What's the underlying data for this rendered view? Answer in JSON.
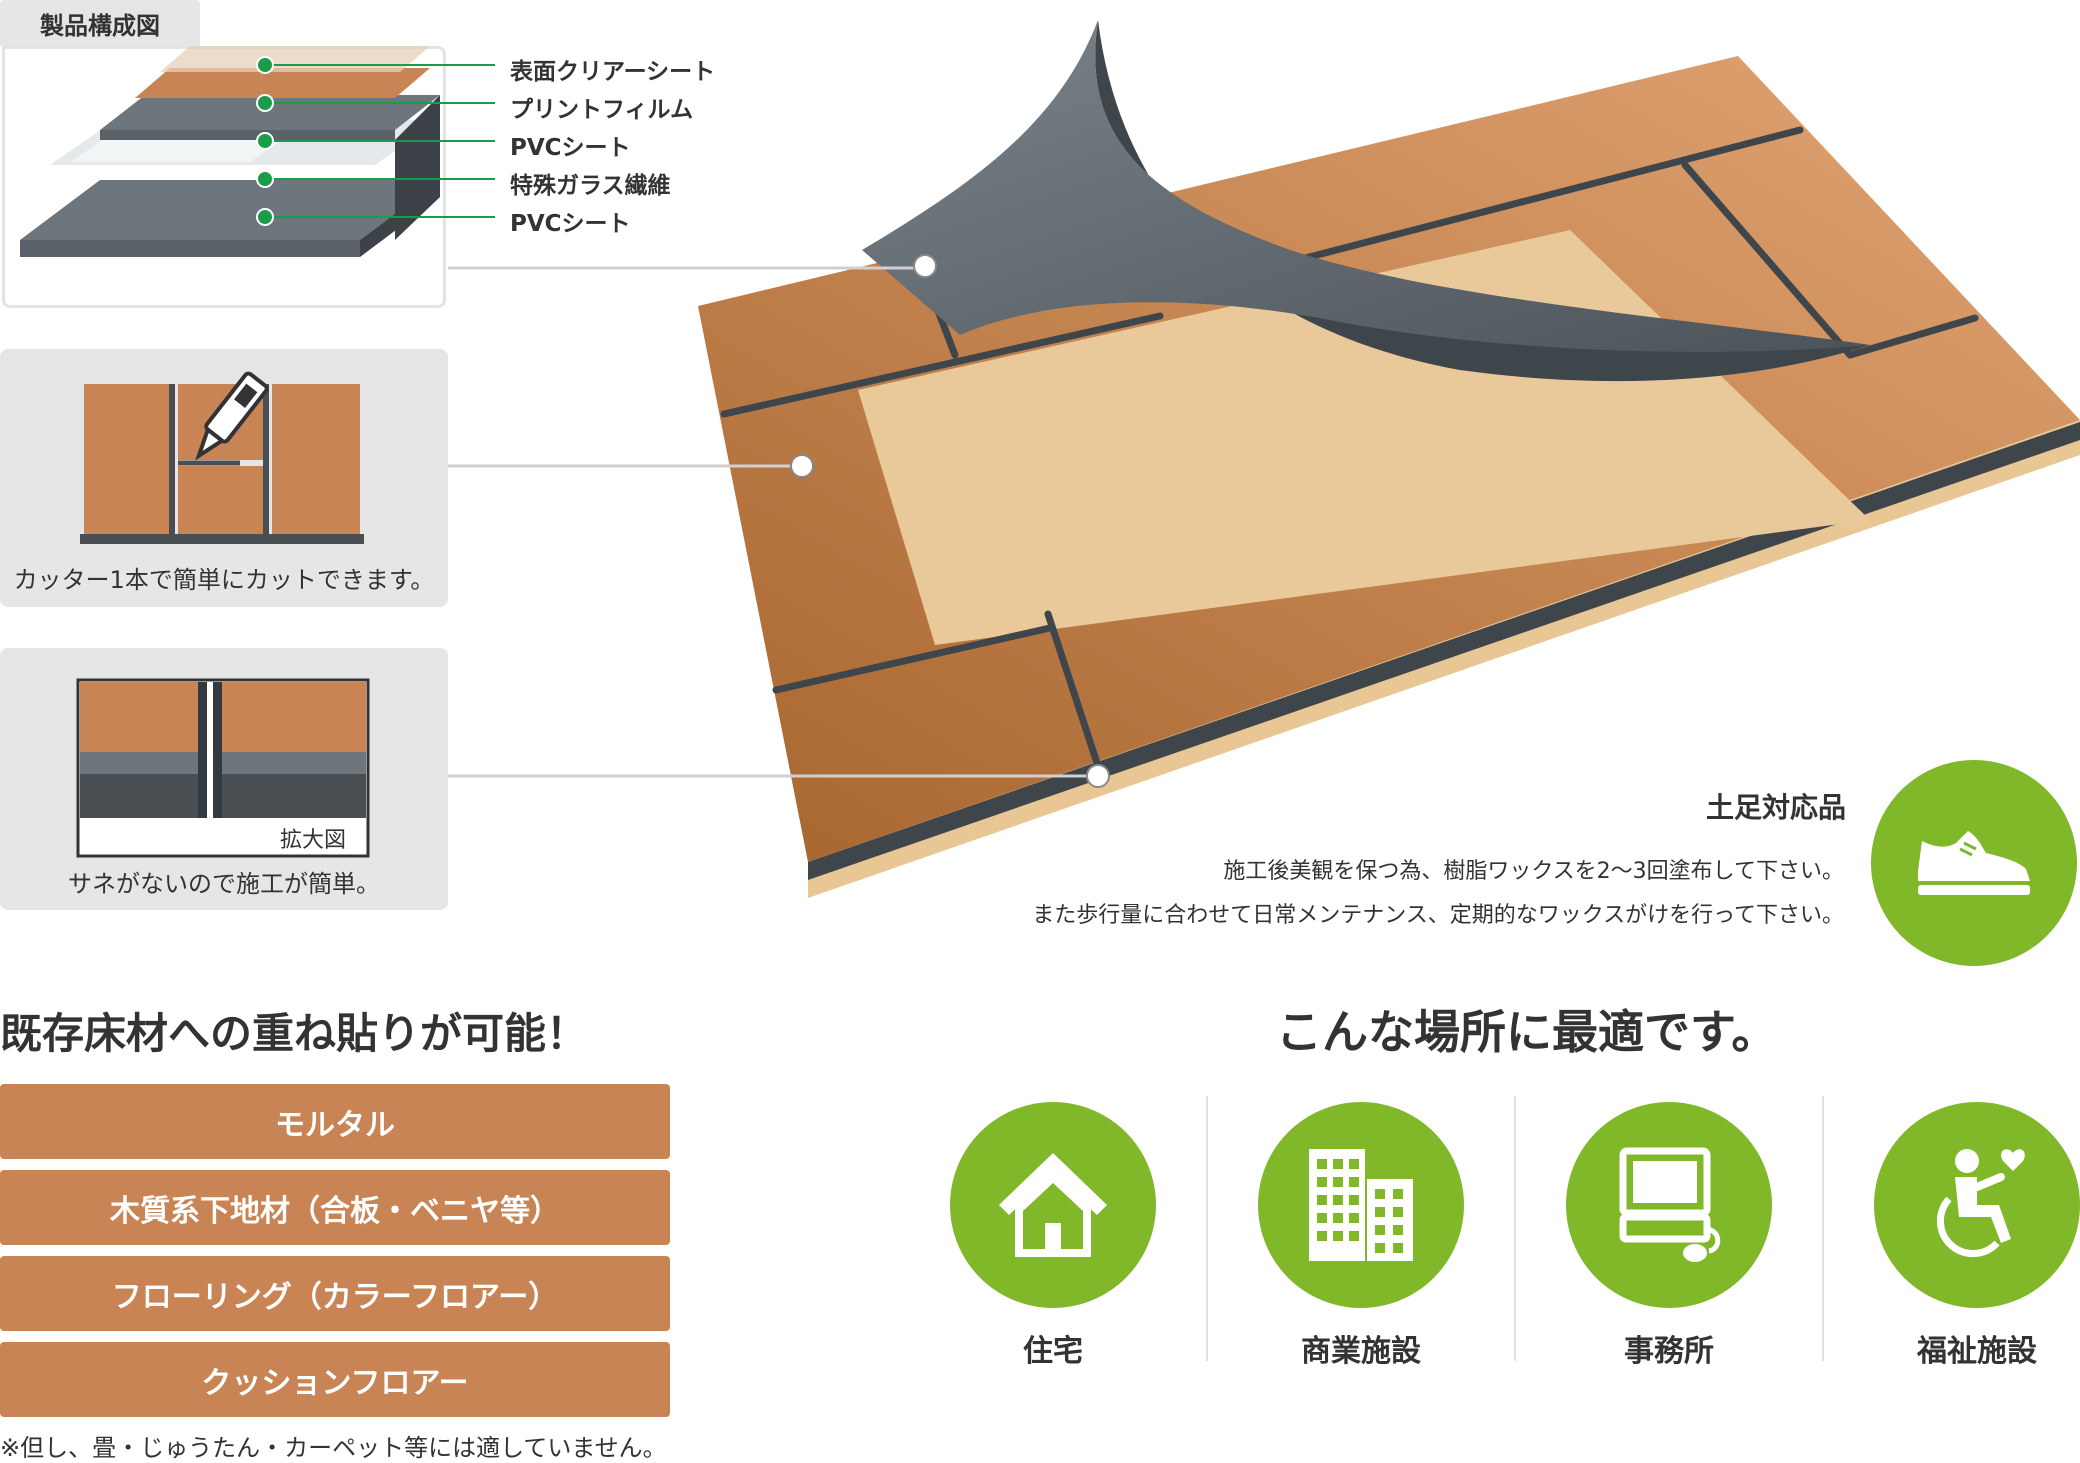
{
  "structure": {
    "tag": "製品構成図",
    "layers": [
      "表面クリアーシート",
      "プリントフィルム",
      "PVCシート",
      "特殊ガラス繊維",
      "PVCシート"
    ]
  },
  "panels": {
    "cutter_caption": "カッター1本で簡単にカットできます。",
    "closeup_label": "拡大図",
    "joint_caption": "サネがないので施工が簡単。"
  },
  "dosoku": {
    "title": "土足対応品",
    "line1": "施工後美観を保つ為、樹脂ワックスを2〜3回塗布して下さい。",
    "line2": "また歩行量に合わせて日常メンテナンス、定期的なワックスがけを行って下さい。"
  },
  "overlay": {
    "heading": "既存床材への重ね貼りが可能！",
    "items": [
      "モルタル",
      "木質系下地材（合板・ベニヤ等）",
      "フローリング（カラーフロアー）",
      "クッションフロアー"
    ],
    "footnote": "※但し、畳・じゅうたん・カーペット等には適していません。"
  },
  "places": {
    "heading": "こんな場所に最適です。",
    "items": [
      "住宅",
      "商業施設",
      "事務所",
      "福祉施設"
    ]
  },
  "colors": {
    "accent_green": "#80b82a",
    "marker_green": "#1a9c4a",
    "wood": "#c88454",
    "panel_gray": "#e6e6e6"
  }
}
